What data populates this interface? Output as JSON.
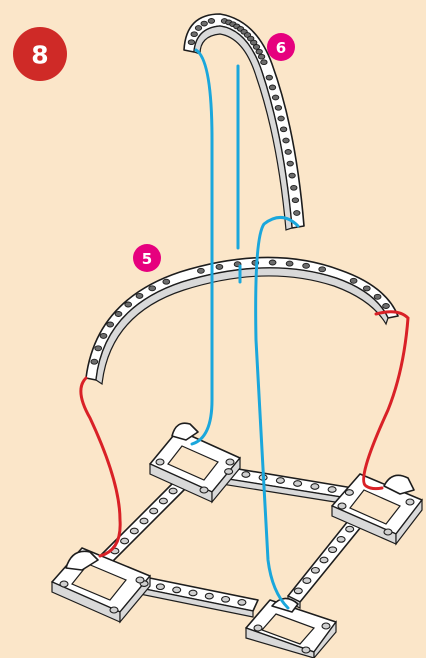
{
  "step": {
    "number": "8",
    "badge_color": "#cf2a27",
    "text_color": "#ffffff"
  },
  "callouts": [
    {
      "label": "6",
      "color": "#e6007e"
    },
    {
      "label": "5",
      "color": "#e6007e"
    }
  ],
  "colors": {
    "background": "#fbe6c9",
    "guide_blue": "#1aa7dc",
    "guide_red": "#d92127"
  }
}
